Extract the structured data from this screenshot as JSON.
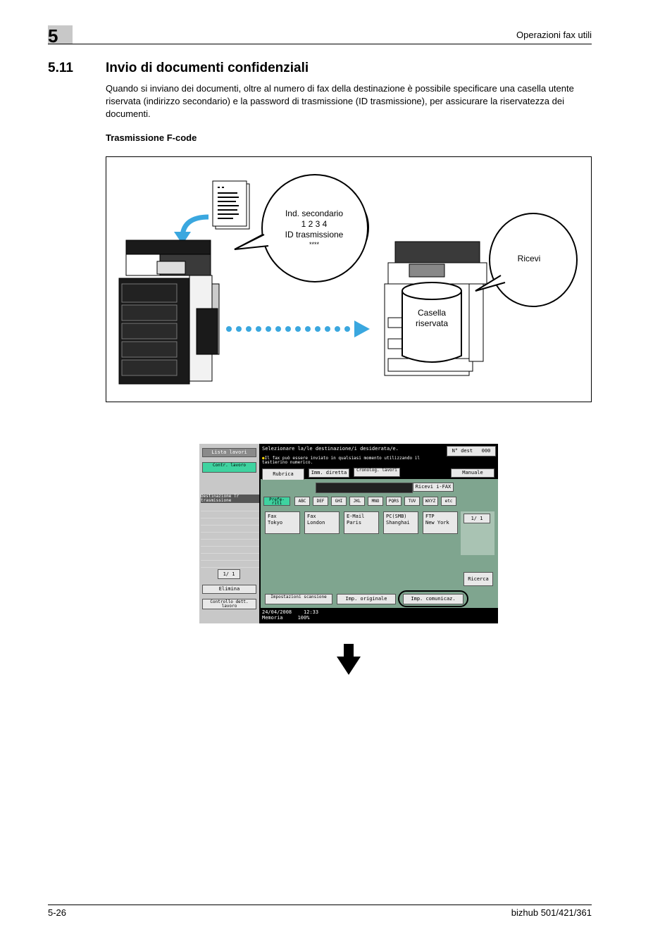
{
  "header": {
    "chapter": "5",
    "section_title_right": "Operazioni fax utili"
  },
  "section": {
    "number": "5.11",
    "title": "Invio di documenti confidenziali"
  },
  "intro": "Quando si inviano dei documenti, oltre al numero di fax della destinazione è possibile specificare una casella utente riservata (indirizzo secondario) e la password di trasmissione (ID trasmissione), per assicurare la riservatezza dei documenti.",
  "subheading": "Trasmissione F-code",
  "figure": {
    "callout_sender": [
      "Ind. secondario",
      "1 2 3 4",
      "ID trasmissione",
      "****"
    ],
    "callout_receiver": "Ricevi",
    "mailbox_label": [
      "Casella",
      "riservata"
    ]
  },
  "screen": {
    "left_buttons": {
      "job_list": "Lista lavori",
      "job_details": "Contr. lavoro",
      "destination_header": "Destinazione Tr trasmissione",
      "page_counter": "1/ 1",
      "delete": "Elimina",
      "check_job": "Controllo dett. lavoro"
    },
    "message": "Selezionare la/le destinazione/i desiderata/e.",
    "hint": "Il fax può essere inviato in qualsiasi momento utilizzando il tastierino numerico.",
    "dest_count_label": "N° dest",
    "dest_count_value": "000",
    "tabs": {
      "address_book": "Rubrica",
      "direct_input": "Imm. diretta",
      "job_history": "Cronolog. lavori"
    },
    "manual_button": "Manuale",
    "receive_ifax": "Ricevi i-FAX",
    "index_keys": [
      "Prefe-riti",
      "ABC",
      "DEF",
      "GHI",
      "JKL",
      "MNO",
      "PQRS",
      "TUV",
      "WXYZ",
      "etc"
    ],
    "destinations": [
      {
        "type": "Fax",
        "name": "Tokyo"
      },
      {
        "type": "Fax",
        "name": "London"
      },
      {
        "type": "E-Mail",
        "name": "Paris"
      },
      {
        "type": "PC(SMB)",
        "name": "Shanghai"
      },
      {
        "type": "FTP",
        "name": "New York"
      }
    ],
    "list_page": "1/ 1",
    "search_button": "Ricerca",
    "bottom_buttons": {
      "scan_settings": "Impostazioni scansione",
      "original_settings": "Imp. originale",
      "comm_settings": "Imp. comunicaz."
    },
    "status": {
      "date": "24/04/2008",
      "time": "12:33",
      "memory_label": "Memoria",
      "memory_value": "100%"
    }
  },
  "footer": {
    "page": "5-26",
    "model": "bizhub 501/421/361"
  }
}
